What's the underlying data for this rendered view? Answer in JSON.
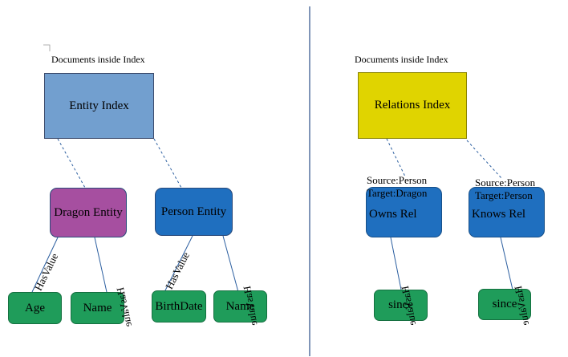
{
  "left": {
    "caption": "Documents inside Index",
    "index_label": "Entity Index",
    "entities": [
      {
        "label": "Dragon Entity",
        "color": "#a64fa0",
        "fields": [
          "Age",
          "Name"
        ]
      },
      {
        "label": "Person Entity",
        "color": "#1f6fbf",
        "fields": [
          "BirthDate",
          "Name"
        ]
      }
    ],
    "edge_label": "HasValue",
    "index_color": "#729fcf"
  },
  "right": {
    "caption": "Documents inside Index",
    "index_label": "Relations Index",
    "index_color": "#e0d400",
    "relations": [
      {
        "label": "Owns Rel",
        "source": "Source:Person",
        "target": "Target:Dragon",
        "field": "since"
      },
      {
        "label": "Knows Rel",
        "source": "Source:Person",
        "target": "Target:Person",
        "field": "since"
      }
    ],
    "edge_label": "HasValue"
  },
  "colors": {
    "field_green": "#1f9c5a",
    "divider": "#2c4f8a"
  }
}
